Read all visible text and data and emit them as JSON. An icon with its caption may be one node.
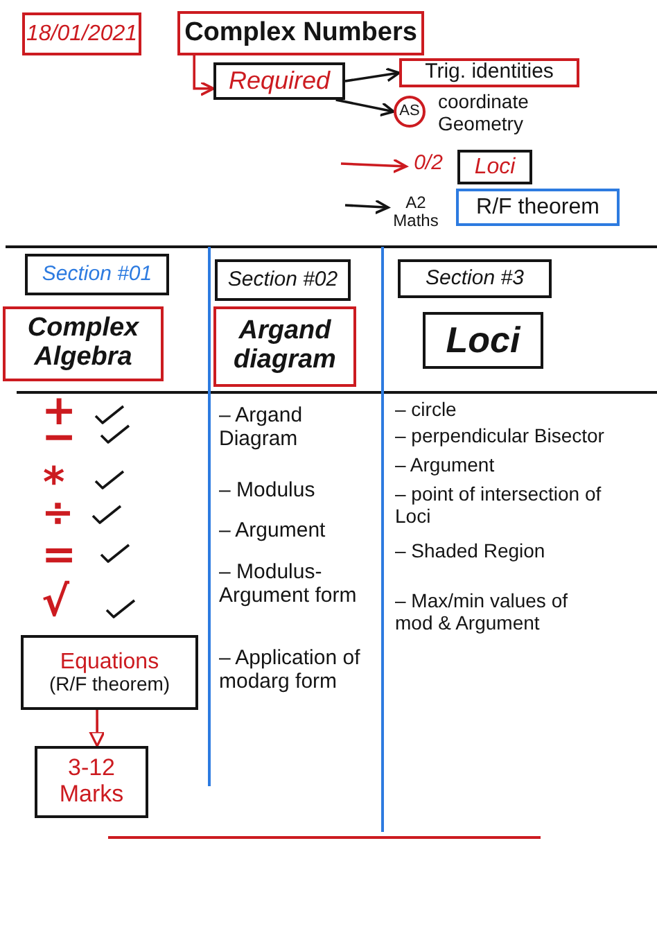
{
  "diagram": {
    "nodes": [
      {
        "text": [
          "18/01/2021"
        ]
      },
      {
        "text": [
          "Complex Numbers"
        ]
      },
      {
        "text": [
          "Required"
        ]
      },
      {
        "text": [
          "Trig. identities"
        ]
      },
      {
        "text": [
          "AS"
        ],
        "beside": [
          "coordinate Geometry"
        ]
      },
      {
        "text": [
          "0/2"
        ]
      },
      {
        "text": [
          "Loci"
        ]
      },
      {
        "text": [
          "A2 Maths"
        ]
      },
      {
        "text": [
          "R/F theorem"
        ]
      },
      {
        "text": [
          "Section #01"
        ]
      },
      {
        "text": [
          "Section #02"
        ]
      },
      {
        "text": [
          "Section #3"
        ]
      },
      {
        "text": [
          "Complex Algebra"
        ]
      },
      {
        "text": [
          "Argand diagram"
        ]
      },
      {
        "text": [
          "Loci"
        ]
      },
      {
        "text": [
          "Equations",
          "(R/F theorem)"
        ]
      },
      {
        "text": [
          "3-12 Marks"
        ]
      }
    ],
    "edges": [
      {
        "from": 1,
        "to": 2,
        "arrow": "to",
        "color": "#cc1b20"
      },
      {
        "from": 2,
        "to": 3,
        "arrow": "to",
        "color": "#141414"
      },
      {
        "from": 2,
        "to": 4,
        "arrow": "to",
        "color": "#141414"
      },
      {
        "from": null,
        "to": 5,
        "arrow": "to",
        "color": "#cc1b20"
      },
      {
        "from": null,
        "to": 7,
        "arrow": "to",
        "color": "#141414"
      },
      {
        "from": 15,
        "to": 16,
        "arrow": "to",
        "color": "#cc1b20"
      }
    ],
    "labels": [
      "+",
      "−",
      "*",
      "÷",
      "=",
      "√",
      "– Argand Diagram",
      "– Modulus",
      "– Argument",
      "– Modulus-Argument form",
      "– Application of modarg form",
      "– circle",
      "– perpendicular Bisector",
      "– Argument",
      "– point of intersection of Loci",
      "– Shaded Region",
      "– Max/min values of mod & Argument"
    ]
  }
}
